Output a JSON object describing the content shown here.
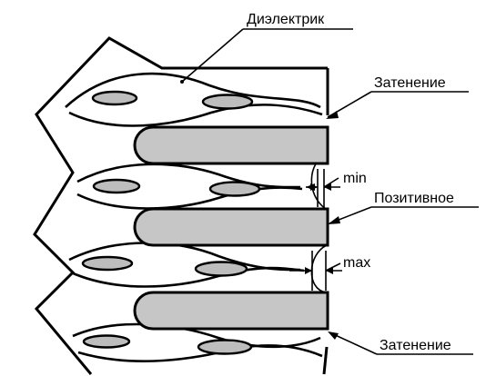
{
  "labels": {
    "dielectric": "Диэлектрик",
    "shading_top": "Затенение",
    "min": "min",
    "positive": "Позитивное",
    "max": "max",
    "shading_bottom": "Затенение"
  },
  "colors": {
    "conductor_fill": "#c6c6c6",
    "ellipse_fill": "#bdbdbd",
    "line": "#000000"
  }
}
